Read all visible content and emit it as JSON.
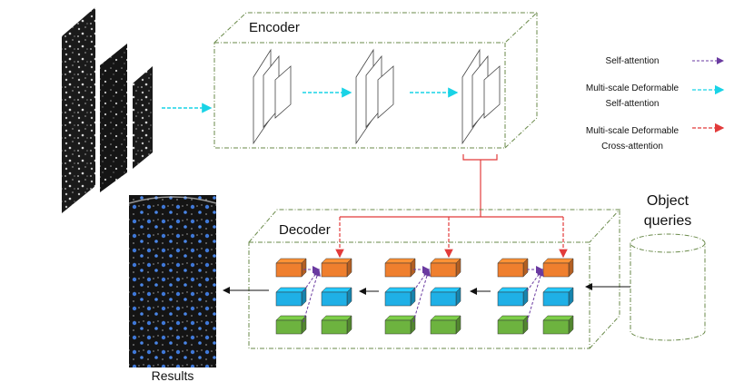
{
  "encoder": {
    "title": "Encoder"
  },
  "decoder": {
    "title": "Decoder"
  },
  "object_queries": {
    "line1": "Object",
    "line2": "queries"
  },
  "results": {
    "label": "Results"
  },
  "legend": {
    "self_attention": "Self-attention",
    "ms_deformable_self_1": "Multi-scale Deformable",
    "ms_deformable_self_2": "Self-attention",
    "ms_deformable_cross_1": "Multi-scale Deformable",
    "ms_deformable_cross_2": "Cross-attention"
  },
  "colors": {
    "box_border": "#6a8a4a",
    "cyan_arrow": "#19d3e6",
    "red_arrow": "#e23b3b",
    "purple_arrow": "#6a3aa0",
    "orange_block": "#ef7f2e",
    "blue_block": "#1fb0e6",
    "green_block": "#6db33f"
  }
}
